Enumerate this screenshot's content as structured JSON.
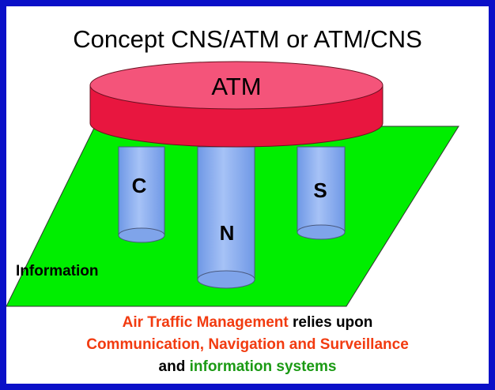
{
  "title": "Concept CNS/ATM or ATM/CNS",
  "diagram": {
    "platform_label": "ATM",
    "pillar_labels": {
      "c": "C",
      "n": "N",
      "s": "S"
    },
    "base_label": "Information"
  },
  "caption": {
    "line1": {
      "highlight": "Air Traffic Management",
      "rest": "relies upon"
    },
    "line2": "Communication, Navigation and Surveillance",
    "line3": {
      "prefix": "and",
      "highlight": "information systems"
    }
  },
  "colors": {
    "frame": "#0a10c8",
    "platform": "#f0184a",
    "base": "#00ee00",
    "pillars": "#8fb2f0",
    "highlight_red": "#f23b10",
    "highlight_green": "#1b9a14"
  }
}
